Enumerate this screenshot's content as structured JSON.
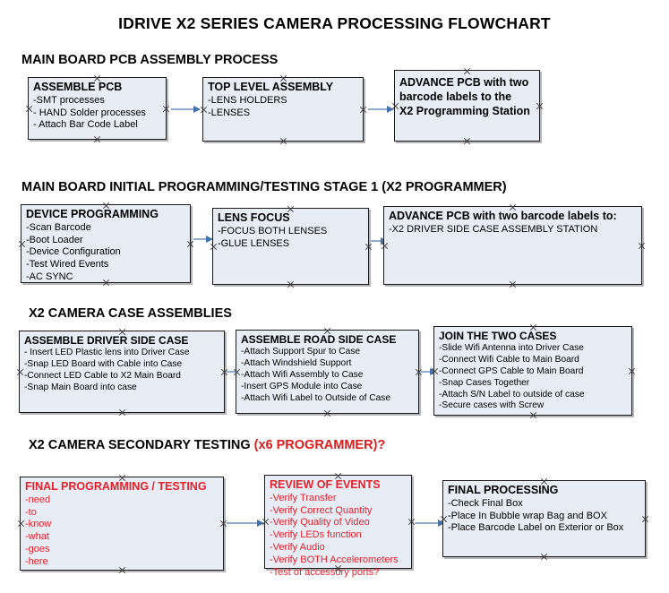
{
  "document": {
    "title": "IDRIVE X2  SERIES CAMERA PROCESSING FLOWCHART"
  },
  "sections": [
    {
      "id": "main-board-pcb-assembly",
      "title": "MAIN BOARD PCB ASSEMBLY PROCESS",
      "title_suffix": "",
      "boxes": [
        {
          "id": "assemble-pcb",
          "heading": "ASSEMBLE PCB",
          "lines": [
            "-SMT processes",
            "- HAND Solder processes",
            "- Attach Bar Code Label"
          ]
        },
        {
          "id": "top-level-assembly",
          "heading": "TOP LEVEL ASSEMBLY",
          "lines": [
            "-LENS HOLDERS",
            "-LENSES"
          ]
        },
        {
          "id": "advance-pcb-x2-programming-station",
          "heading": "ADVANCE PCB with two",
          "heading2": "barcode labels to the",
          "heading3": " X2 Programming Station",
          "lines": []
        }
      ]
    },
    {
      "id": "main-board-initial-programming",
      "title": "MAIN BOARD INITIAL PROGRAMMING/TESTING STAGE 1 (X2 PROGRAMMER)",
      "title_suffix": "",
      "boxes": [
        {
          "id": "device-programming",
          "heading": "DEVICE PROGRAMMING",
          "lines": [
            "-Scan Barcode",
            "-Boot Loader",
            "-Device Configuration",
            "-Test Wired Events",
            "-AC SYNC"
          ]
        },
        {
          "id": "lens-focus",
          "heading": "LENS FOCUS",
          "lines": [
            "-FOCUS BOTH LENSES",
            "-GLUE LENSES"
          ]
        },
        {
          "id": "advance-pcb-driver-side-case",
          "heading": "ADVANCE PCB with two barcode labels to:",
          "lines": [
            "-X2 DRIVER  SIDE  CASE  ASSEMBLY STATION"
          ]
        }
      ]
    },
    {
      "id": "x2-camera-case-assemblies",
      "title": "X2 CAMERA CASE ASSEMBLIES",
      "title_suffix": "",
      "boxes": [
        {
          "id": "assemble-driver-side-case",
          "heading": "ASSEMBLE DRIVER SIDE CASE",
          "lines": [
            "- Insert LED Plastic lens into Driver Case",
            "-Snap LED Board with Cable into Case",
            "-Connect LED Cable to X2 Main Board",
            "-Snap Main Board into case"
          ]
        },
        {
          "id": "assemble-road-side-case",
          "heading": "ASSEMBLE ROAD SIDE CASE",
          "lines": [
            "-Attach Support Spur to Case",
            "-Attach Windshield Support",
            "-Attach Wifi Assembly to Case",
            "-Insert GPS Module into Case",
            "-Attach Wifi Label to Outside of Case"
          ]
        },
        {
          "id": "join-the-two-cases",
          "heading": "JOIN THE TWO CASES",
          "lines": [
            "-Slide Wifi Antenna into Driver Case",
            "-Connect Wifi Cable to Main Board",
            "-Connect GPS Cable to Main Board",
            "-Snap Cases Together",
            "-Attach S/N Label to outside of case",
            "-Secure cases with Screw"
          ]
        }
      ]
    },
    {
      "id": "x2-camera-secondary-testing",
      "title": "X2 CAMERA SECONDARY TESTING ",
      "title_suffix": "(x6 PROGRAMMER)?",
      "boxes": [
        {
          "id": "final-programming-testing",
          "heading": "FINAL PROGRAMMING / TESTING",
          "lines": [
            "-need",
            "-to",
            "-know",
            "-what",
            "-goes",
            "-here"
          ]
        },
        {
          "id": "review-of-events",
          "heading": "REVIEW OF EVENTS",
          "lines": [
            "-Verify Transfer",
            "-Verify Correct Quantity",
            "-Verify Quality of Video",
            "-Verify LEDs function",
            "-Verify Audio",
            "-Verify BOTH Accelerometers",
            "-Test of accessory ports?"
          ]
        },
        {
          "id": "final-processing",
          "heading": "FINAL PROCESSING",
          "lines": [
            " -Check Final Box",
            "-Place In Bubble wrap Bag and BOX",
            "-Place Barcode Label on Exterior or Box"
          ]
        }
      ]
    }
  ],
  "colors": {
    "box_fill": "#e8edf5",
    "box_border": "#1a1a1a",
    "arrow": "#8faccf",
    "arrow_head": "#4472b0",
    "red_text": "#e8202a",
    "title_red": "#e01b1b"
  }
}
